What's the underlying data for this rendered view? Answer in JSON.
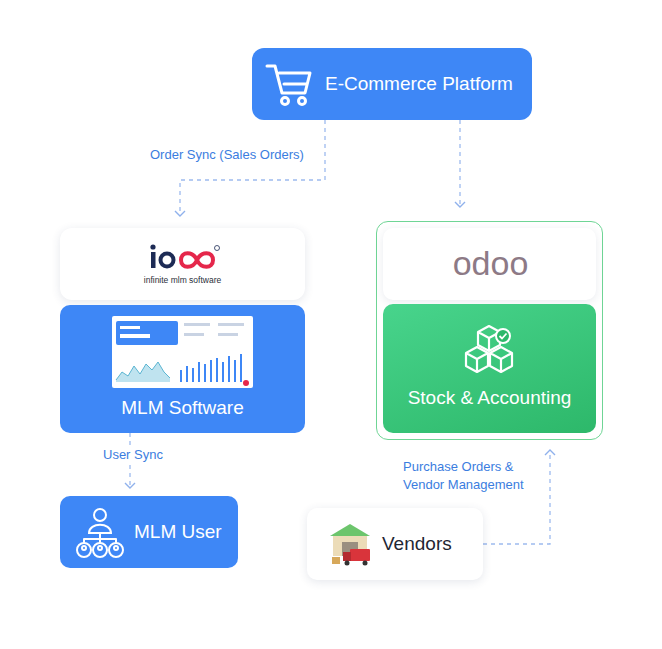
{
  "diagram": {
    "nodes": [
      {
        "text": [
          "E-Commerce Platform"
        ]
      },
      {
        "text": [
          "infinite mlm software"
        ]
      },
      {
        "text": [
          "MLM Software"
        ]
      },
      {
        "text": [
          "odoo"
        ]
      },
      {
        "text": [
          "Stock & Accounting"
        ],
        "in": 3
      },
      {
        "text": [
          "MLM User"
        ]
      },
      {
        "text": [
          "Vendors"
        ]
      }
    ],
    "edges": [
      {
        "from": 0,
        "to": 1,
        "label": "Order Sync (Sales Orders)",
        "arrow": "to"
      },
      {
        "from": 0,
        "to": 3,
        "arrow": "to"
      },
      {
        "from": 2,
        "to": 5,
        "label": "User Sync",
        "arrow": "to"
      },
      {
        "from": 6,
        "to": 3,
        "label": "Purchase Orders & Vendor Management",
        "arrow": "to"
      }
    ]
  }
}
